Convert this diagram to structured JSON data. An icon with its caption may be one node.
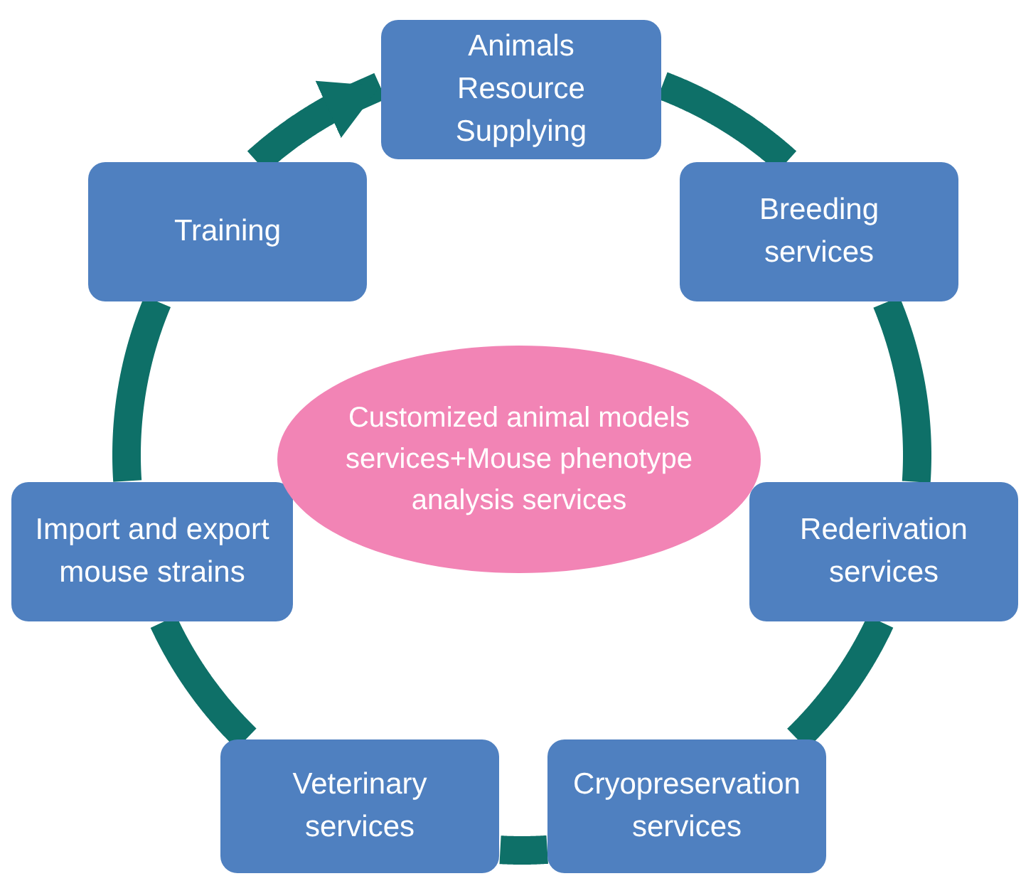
{
  "diagram": {
    "nodes": [
      {
        "text": [
          "Animals Resource Supplying"
        ]
      },
      {
        "text": [
          "Breeding services"
        ]
      },
      {
        "text": [
          "Rederivation services"
        ]
      },
      {
        "text": [
          "Cryopreservation services"
        ]
      },
      {
        "text": [
          "Veterinary services"
        ]
      },
      {
        "text": [
          "Import and export mouse strains"
        ]
      },
      {
        "text": [
          "Training"
        ]
      },
      {
        "text": [
          "Customized animal models services+Mouse phenotype analysis services"
        ]
      }
    ],
    "edges": [
      {
        "from": 0,
        "to": 1,
        "arrow": "none"
      },
      {
        "from": 1,
        "to": 2,
        "arrow": "none"
      },
      {
        "from": 2,
        "to": 3,
        "arrow": "none"
      },
      {
        "from": 3,
        "to": 4,
        "arrow": "none"
      },
      {
        "from": 4,
        "to": 5,
        "arrow": "none"
      },
      {
        "from": 5,
        "to": 6,
        "arrow": "none"
      },
      {
        "from": 6,
        "to": 0,
        "arrow": "to"
      }
    ]
  }
}
